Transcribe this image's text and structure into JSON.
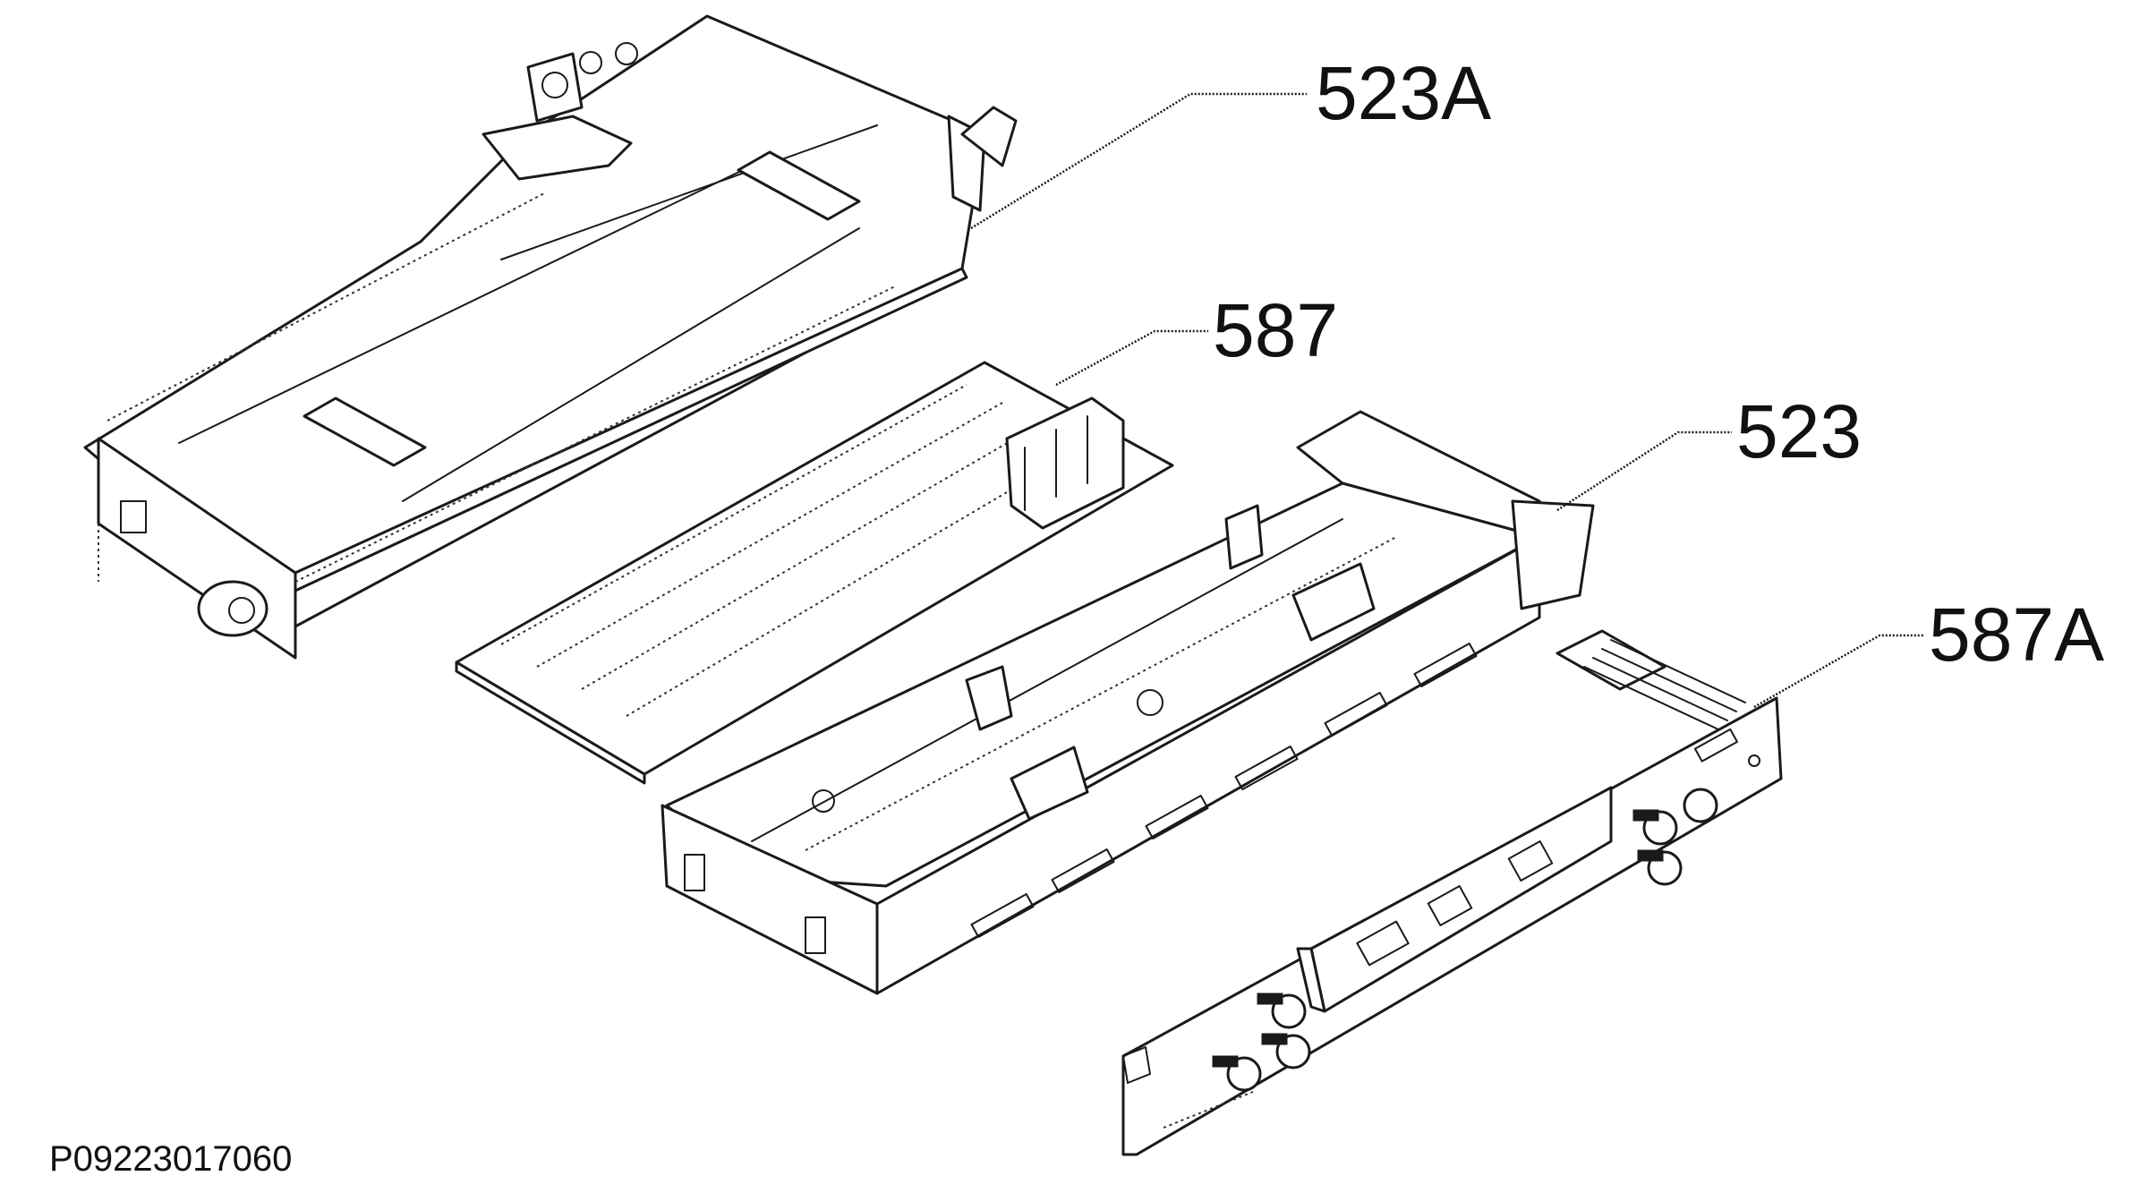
{
  "callouts": {
    "cover": "523A",
    "board": "587",
    "housing": "523",
    "panel": "587A"
  },
  "drawing_id": "P09223017060"
}
